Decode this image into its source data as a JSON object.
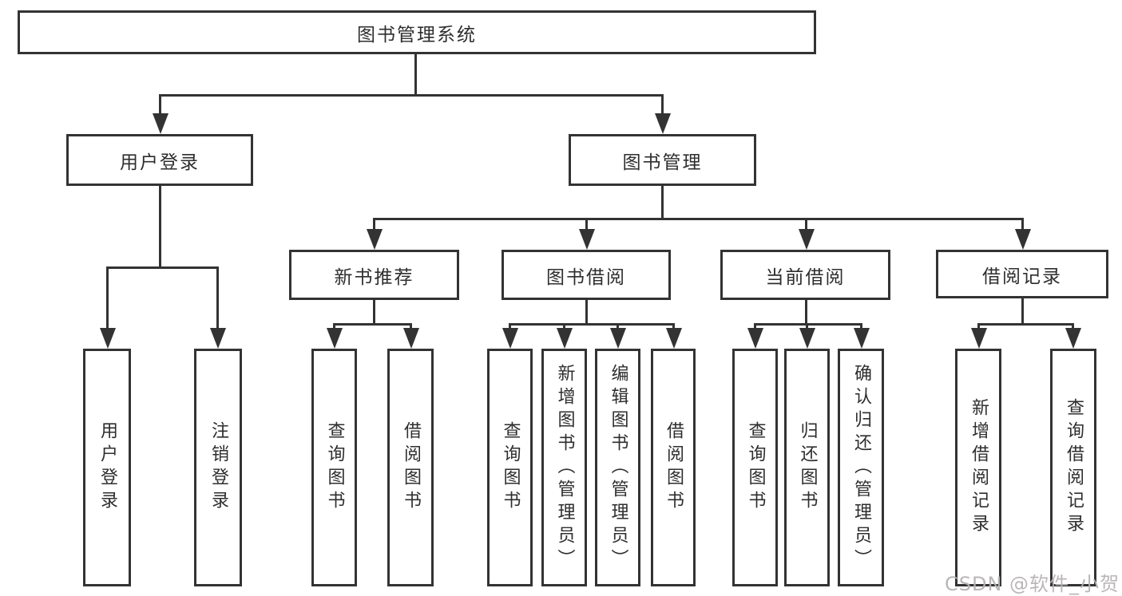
{
  "colors": {
    "line": "#333333",
    "text": "#2e2e2e",
    "watermark": "#b7b3b5"
  },
  "watermark": {
    "text": "CSDN @软件_小贺同学"
  },
  "tree": {
    "label": "图书管理系统",
    "children": [
      {
        "label": "用户登录",
        "children": [
          {
            "label": "用户登录"
          },
          {
            "label": "注销登录"
          }
        ]
      },
      {
        "label": "图书管理",
        "children": [
          {
            "label": "新书推荐",
            "children": [
              {
                "label": "查询图书"
              },
              {
                "label": "借阅图书"
              }
            ]
          },
          {
            "label": "图书借阅",
            "children": [
              {
                "label": "查询图书"
              },
              {
                "label": "新增图书（管理员）"
              },
              {
                "label": "编辑图书（管理员）"
              },
              {
                "label": "借阅图书"
              }
            ]
          },
          {
            "label": "当前借阅",
            "children": [
              {
                "label": "查询图书"
              },
              {
                "label": "归还图书"
              },
              {
                "label": "确认归还（管理员）"
              }
            ]
          },
          {
            "label": "借阅记录",
            "children": [
              {
                "label": "新增借阅记录"
              },
              {
                "label": "查询借阅记录"
              }
            ]
          }
        ]
      }
    ]
  }
}
